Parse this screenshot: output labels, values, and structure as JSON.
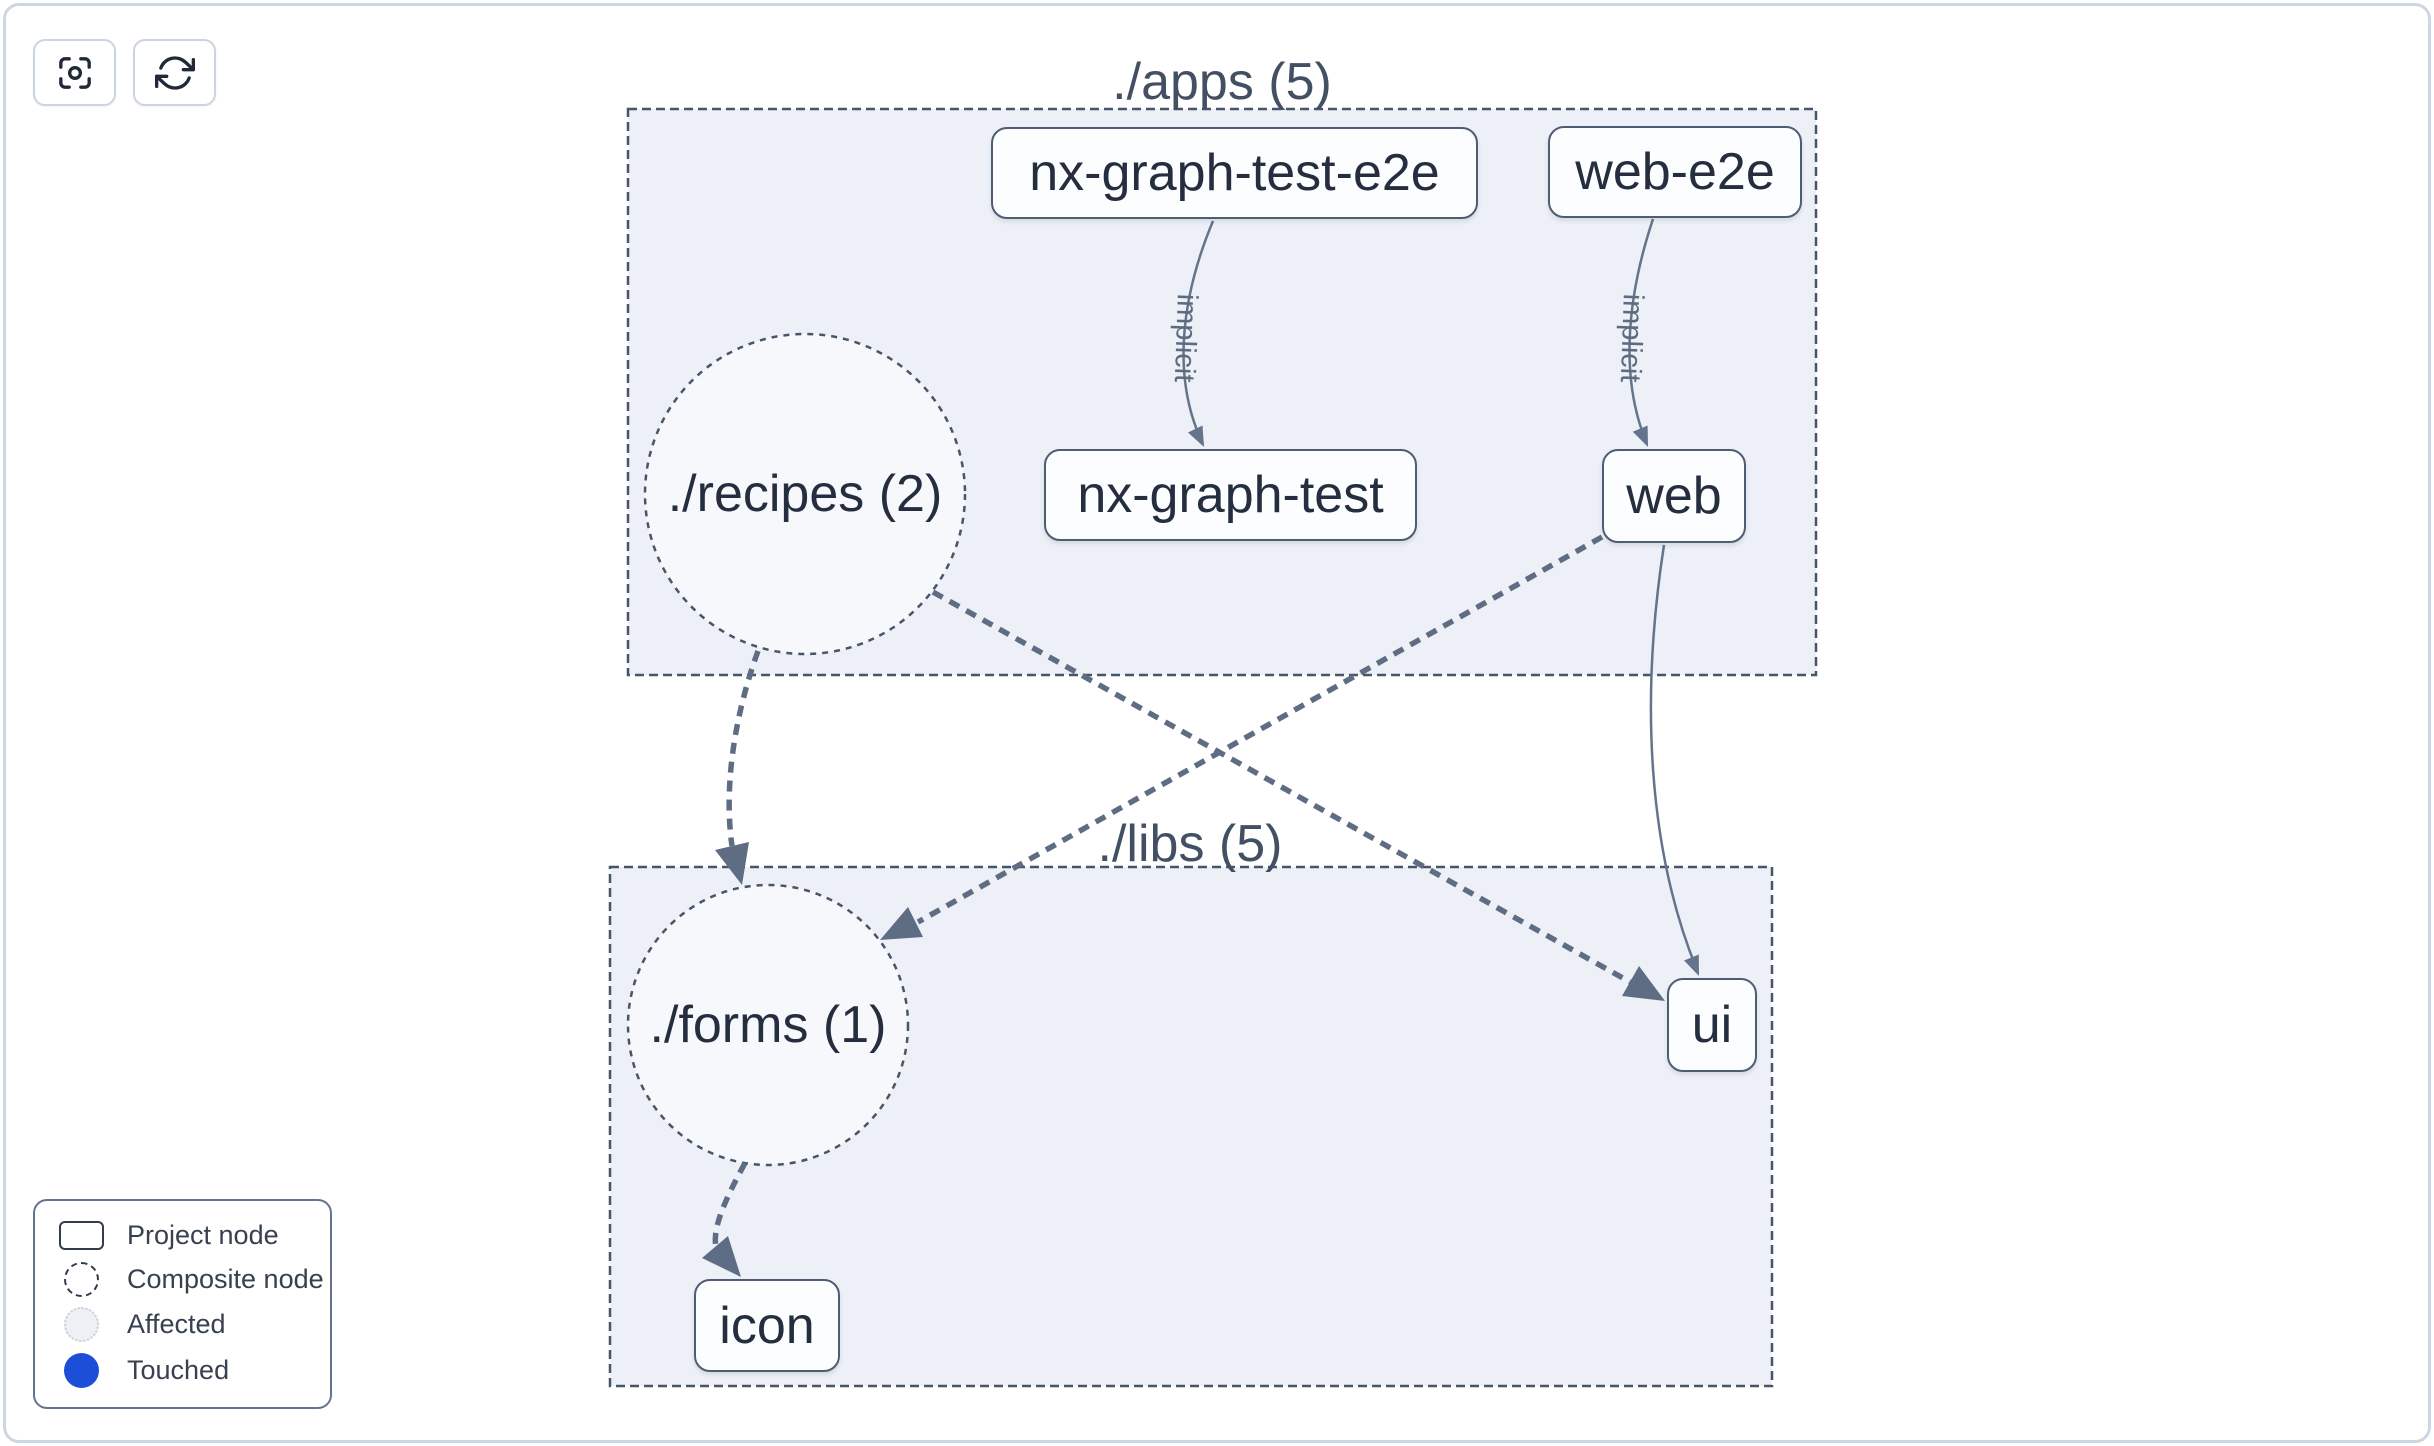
{
  "toolbar": {
    "buttons": [
      {
        "name": "focus",
        "icon": "crosshair-focus-icon"
      },
      {
        "name": "refresh",
        "icon": "refresh-cycle-icon"
      }
    ]
  },
  "graph": {
    "groups": [
      {
        "id": "apps",
        "label": "./apps (5)"
      },
      {
        "id": "libs",
        "label": "./libs (5)"
      }
    ],
    "composite_nodes": [
      {
        "id": "recipes",
        "label": "./recipes (2)",
        "group": "apps"
      },
      {
        "id": "forms",
        "label": "./forms (1)",
        "group": "libs"
      }
    ],
    "project_nodes": [
      {
        "id": "nx-graph-test-e2e",
        "label": "nx-graph-test-e2e",
        "group": "apps"
      },
      {
        "id": "web-e2e",
        "label": "web-e2e",
        "group": "apps"
      },
      {
        "id": "nx-graph-test",
        "label": "nx-graph-test",
        "group": "apps"
      },
      {
        "id": "web",
        "label": "web",
        "group": "apps"
      },
      {
        "id": "ui",
        "label": "ui",
        "group": "libs"
      },
      {
        "id": "icon",
        "label": "icon",
        "group": "libs"
      }
    ],
    "edges": [
      {
        "from": "nx-graph-test-e2e",
        "to": "nx-graph-test",
        "label": "implicit",
        "style": "implicit"
      },
      {
        "from": "web-e2e",
        "to": "web",
        "label": "implicit",
        "style": "implicit"
      },
      {
        "from": "web",
        "to": "ui",
        "label": "",
        "style": "direct"
      },
      {
        "from": "recipes",
        "to": "forms",
        "label": "",
        "style": "aggregated"
      },
      {
        "from": "recipes",
        "to": "ui",
        "label": "",
        "style": "aggregated"
      },
      {
        "from": "web",
        "to": "forms",
        "label": "",
        "style": "aggregated"
      },
      {
        "from": "forms",
        "to": "icon",
        "label": "",
        "style": "aggregated"
      }
    ]
  },
  "legend": {
    "items": [
      {
        "label": "Project node",
        "icon": "project-node-swatch"
      },
      {
        "label": "Composite node",
        "icon": "composite-node-swatch"
      },
      {
        "label": "Affected",
        "icon": "affected-swatch"
      },
      {
        "label": "Touched",
        "icon": "touched-swatch"
      }
    ],
    "touched_color": "#1d4ed8"
  }
}
